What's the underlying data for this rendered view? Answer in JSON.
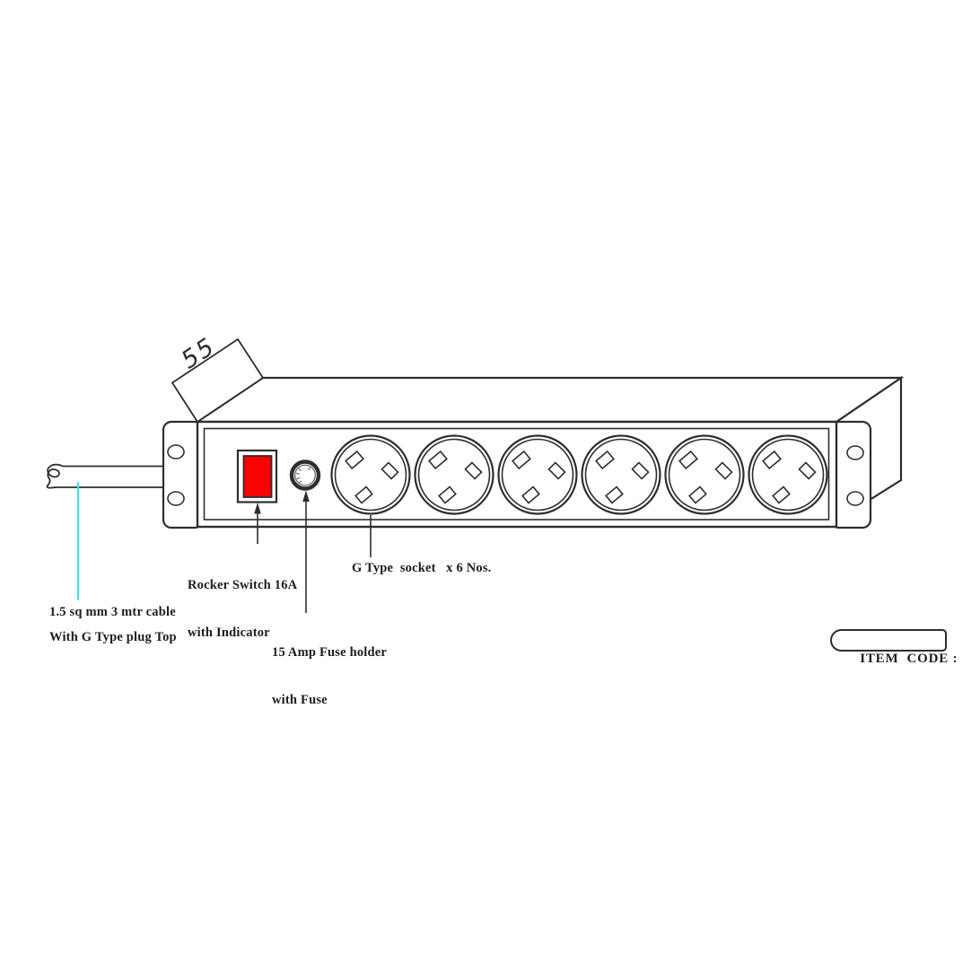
{
  "diagram": {
    "dimension_label": "55",
    "socket_count": 6,
    "labels": {
      "rocker": [
        "Rocker Switch 16A",
        "with Indicator"
      ],
      "socket": "G Type  socket   x 6 Nos.",
      "fuse": [
        "15 Amp Fuse holder",
        "with Fuse"
      ],
      "cable": [
        "1.5 sq mm 3 mtr cable",
        "With G Type plug Top"
      ]
    },
    "item_code_label": "ITEM  CODE :",
    "colors": {
      "line": "#2e2e2e",
      "text": "#1c1c26",
      "switch_red": "#fe0000",
      "leader_cyan": "#35e8e8"
    }
  }
}
